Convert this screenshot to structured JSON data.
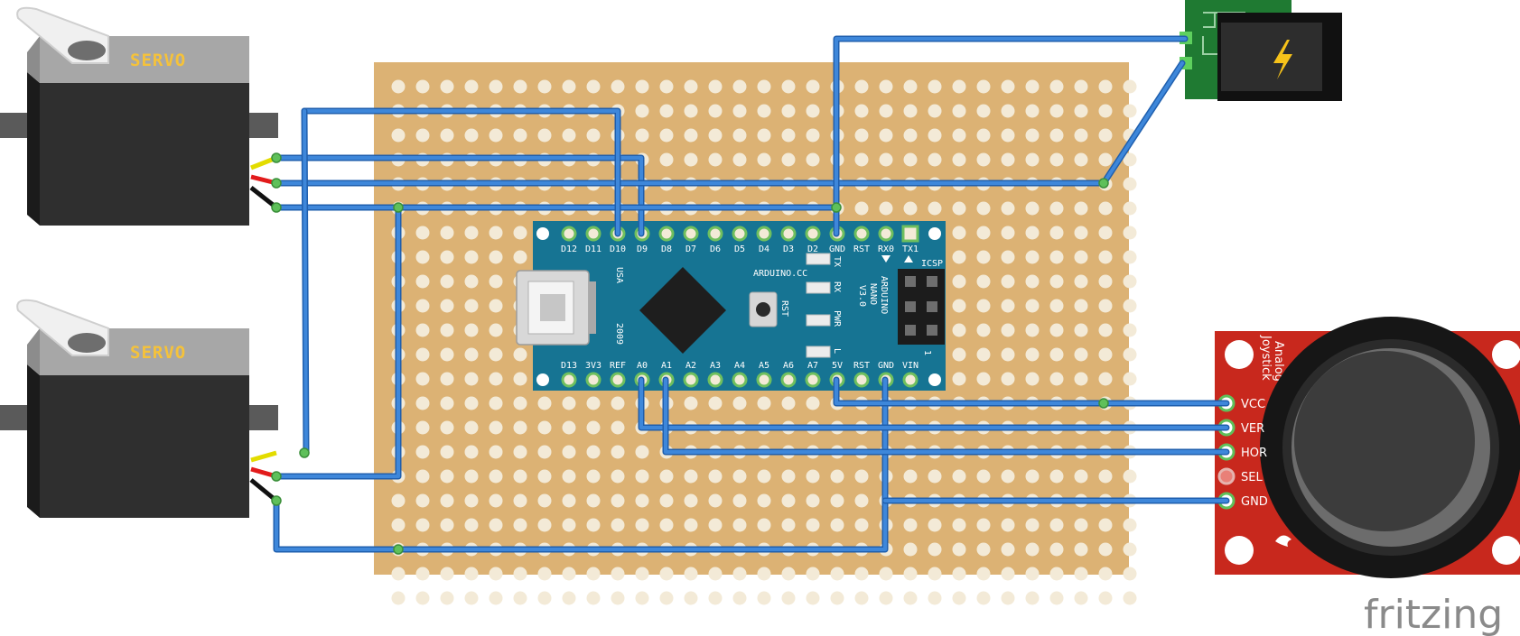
{
  "servo_label": "SERVO",
  "arduino": {
    "top_pins": [
      "D12",
      "D11",
      "D10",
      "D9",
      "D8",
      "D7",
      "D6",
      "D5",
      "D4",
      "D3",
      "D2",
      "GND",
      "RST",
      "RX0",
      "TX1"
    ],
    "bottom_pins": [
      "D13",
      "3V3",
      "REF",
      "A0",
      "A1",
      "A2",
      "A3",
      "A4",
      "A5",
      "A6",
      "A7",
      "5V",
      "RST",
      "GND",
      "VIN"
    ],
    "brand": "ARDUINO.CC",
    "model": [
      "ARDUINO",
      "NANO",
      "V3.0"
    ],
    "usa": "USA",
    "year": "2009",
    "rst": "RST",
    "leds": [
      "TX",
      "RX",
      "PWR",
      "L"
    ],
    "icsp": "ICSP",
    "icsp_pin1": "1"
  },
  "joystick": {
    "title": [
      "Analog",
      "Joystick"
    ],
    "pins": [
      "VCC",
      "VER",
      "HOR",
      "SEL",
      "GND"
    ]
  },
  "watermark": "fritzing",
  "colors": {
    "perfboard": "#dcb274",
    "nano": "#167493",
    "wire": "#2d74c8",
    "joystick_pcb": "#c8281d",
    "power_pcb": "#1f7a32"
  }
}
